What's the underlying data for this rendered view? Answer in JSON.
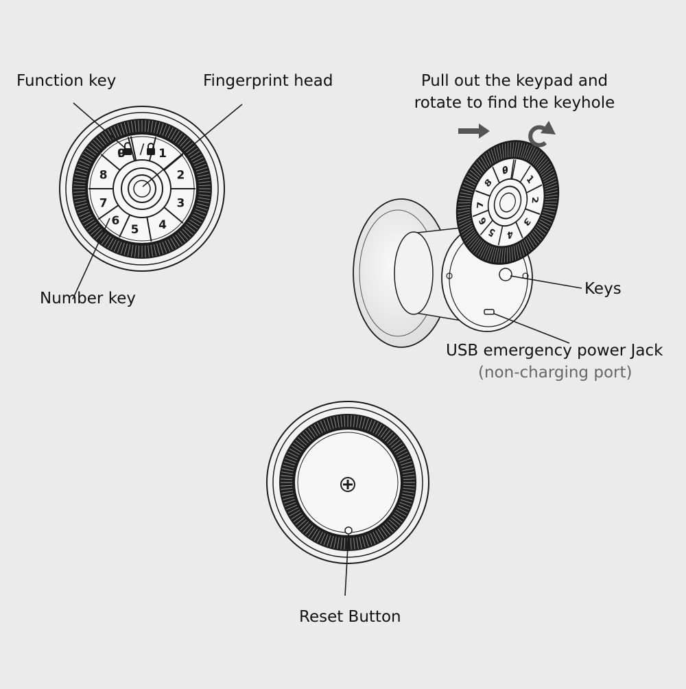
{
  "labels": {
    "function_key": "Function key",
    "fingerprint_head": "Fingerprint head",
    "number_key": "Number key",
    "pull_out_line1": "Pull out the keypad and",
    "pull_out_line2": "rotate to find the keyhole",
    "keys": "Keys",
    "usb_jack": "USB emergency power Jack",
    "usb_note": "(non-charging port)",
    "reset_button": "Reset Button"
  },
  "keypad": {
    "digits": [
      "0",
      "1",
      "2",
      "3",
      "4",
      "5",
      "6",
      "7",
      "8",
      "9"
    ]
  },
  "colors": {
    "background": "#ebebeb",
    "line": "#1a1a1a",
    "knurl": "#2a2a2a",
    "arrow": "#555555",
    "body_fill": "#f4f4f4"
  },
  "icons": [
    "lock-open-icon",
    "lock-closed-icon",
    "screw-icon",
    "arrow-right-icon",
    "rotate-arrow-icon"
  ]
}
